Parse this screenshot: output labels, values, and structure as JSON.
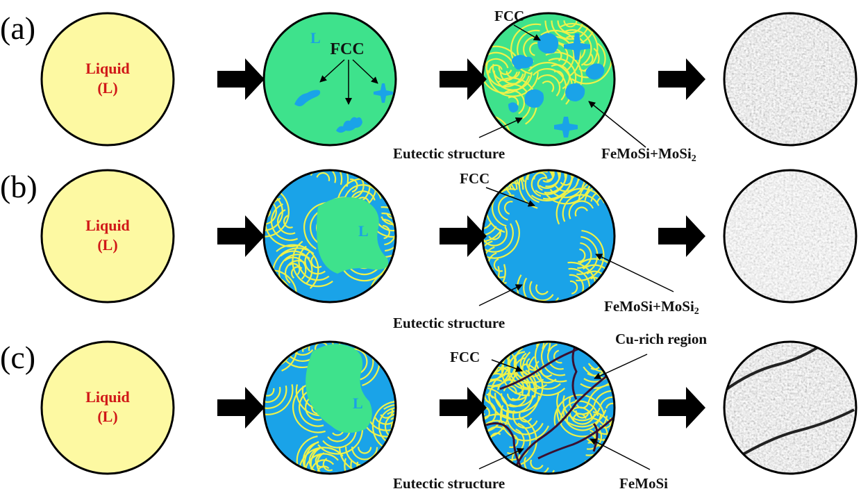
{
  "panels": [
    {
      "label": "(a)",
      "liquid": "Liquid",
      "liquid_abbr": "(L)",
      "L_mark": "L",
      "fcc_center": "FCC",
      "fcc": "FCC",
      "eutectic": "Eutectic structure",
      "phase": "FeMoSi+MoSi",
      "phase_sub": "2"
    },
    {
      "label": "(b)",
      "liquid": "Liquid",
      "liquid_abbr": "(L)",
      "L_mark": "L",
      "fcc": "FCC",
      "eutectic": "Eutectic structure",
      "phase": "FeMoSi+MoSi",
      "phase_sub": "2"
    },
    {
      "label": "(c)",
      "liquid": "Liquid",
      "liquid_abbr": "(L)",
      "L_mark": "L",
      "fcc": "FCC",
      "cu_rich": "Cu-rich region",
      "eutectic": "Eutectic structure",
      "phase": "FeMoSi"
    }
  ],
  "colors": {
    "liquid": "#fdf9a2",
    "liquid_text": "#d01818",
    "melt": "#3ee28c",
    "fcc": "#1aa3e8",
    "eutectic_line": "#eef24a",
    "cu_rich": "#3a1030",
    "micrograph": "#b8b8b8"
  }
}
